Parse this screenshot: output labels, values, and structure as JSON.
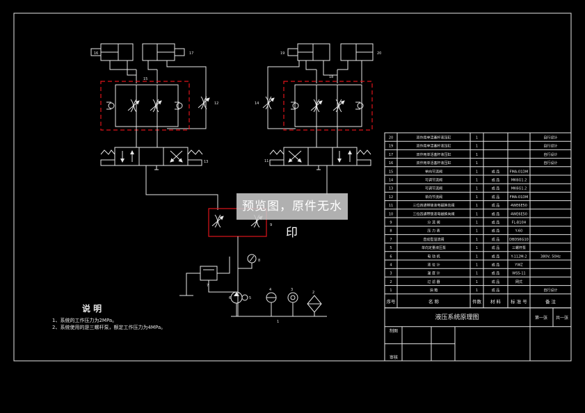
{
  "labels": {
    "c16": "16",
    "c17": "17",
    "c19": "19",
    "c20": "20",
    "v15": "15",
    "v12": "12",
    "v18": "18",
    "v14": "14",
    "d13": "13",
    "d11": "11",
    "p9": "9",
    "t7": "7",
    "g8": "8",
    "m6": "6",
    "m5": "5",
    "m4": "4",
    "m3": "3",
    "m2": "2",
    "m1": "1"
  },
  "notes": {
    "heading": "说  明",
    "line1": "1、系统的工作压力为2MPa。",
    "line2": "2、系统使用的是三螺杆泵，额定工作压力为4MPa。"
  },
  "table": {
    "rows": [
      {
        "no": "20",
        "name": "双作用单活塞杆液压缸",
        "qty": "1",
        "mat": "",
        "std": "",
        "note": "自行设计"
      },
      {
        "no": "19",
        "name": "双作用单活塞杆液压缸",
        "qty": "1",
        "mat": "",
        "std": "",
        "note": "自行设计"
      },
      {
        "no": "17",
        "name": "双作用单活塞杆液压缸",
        "qty": "1",
        "mat": "",
        "std": "",
        "note": "自行设计"
      },
      {
        "no": "16",
        "name": "双作用单活塞杆液压缸",
        "qty": "1",
        "mat": "",
        "std": "",
        "note": "自行设计"
      },
      {
        "no": "15",
        "name": "单向节流阀",
        "qty": "1",
        "mat": "成  品",
        "std": "FMA-01DM",
        "note": ""
      },
      {
        "no": "14",
        "name": "可调节流阀",
        "qty": "1",
        "mat": "成  品",
        "std": "MK6G1.2",
        "note": ""
      },
      {
        "no": "13",
        "name": "可调节流阀",
        "qty": "1",
        "mat": "成  品",
        "std": "MK6G1.2",
        "note": ""
      },
      {
        "no": "12",
        "name": "单向节流阀",
        "qty": "1",
        "mat": "成  品",
        "std": "FMA-01DM",
        "note": ""
      },
      {
        "no": "11",
        "name": "三位四通带锁液电磁换向阀",
        "qty": "1",
        "mat": "成  品",
        "std": "4WE6E50",
        "note": ""
      },
      {
        "no": "10",
        "name": "三位四通带锁液电磁换向阀",
        "qty": "1",
        "mat": "成  品",
        "std": "4WE6E50",
        "note": ""
      },
      {
        "no": "9",
        "name": "分 流 阀",
        "qty": "1",
        "mat": "成  品",
        "std": "FL-B10H",
        "note": ""
      },
      {
        "no": "8",
        "name": "压 力 表",
        "qty": "1",
        "mat": "成  品",
        "std": "Y-60",
        "note": ""
      },
      {
        "no": "7",
        "name": "直动型溢流阀",
        "qty": "1",
        "mat": "成  品",
        "std": "DBDS6G10",
        "note": ""
      },
      {
        "no": "5",
        "name": "单向定量液压泵",
        "qty": "1",
        "mat": "成  品",
        "std": "三螺杆泵",
        "note": ""
      },
      {
        "no": "6",
        "name": "电 动 机",
        "qty": "1",
        "mat": "成  品",
        "std": "Y-112M-2",
        "note": "380V, 50Hz"
      },
      {
        "no": "4",
        "name": "液 位 计",
        "qty": "1",
        "mat": "成  品",
        "std": "YWZ",
        "note": ""
      },
      {
        "no": "3",
        "name": "温 度 计",
        "qty": "1",
        "mat": "成  品",
        "std": "WSS-11",
        "note": ""
      },
      {
        "no": "2",
        "name": "过 滤 器",
        "qty": "1",
        "mat": "成  品",
        "std": "网式",
        "note": ""
      },
      {
        "no": "1",
        "name": "油  箱",
        "qty": "1",
        "mat": "成  品",
        "std": "",
        "note": "自行设计"
      }
    ],
    "header": {
      "no": "序号",
      "name": "名  称",
      "qty": "件数",
      "mat": "材 料",
      "std": "标 准 号",
      "note": "备  注"
    },
    "title": "液压系统原理图",
    "sheet_no": "第一张",
    "sheet_total": "共一张",
    "design_label": "制图",
    "review_label": "审核"
  },
  "watermark": "预览图，原件无水印"
}
